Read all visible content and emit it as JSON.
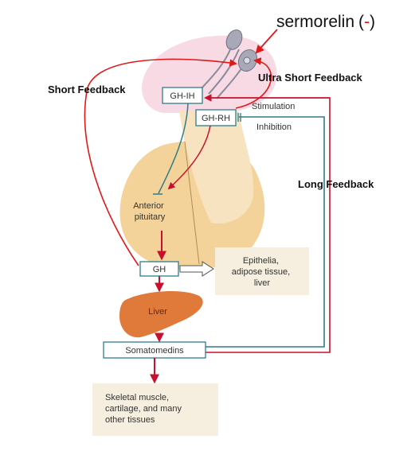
{
  "title": {
    "drug": "sermorelin",
    "open": "(",
    "sign": "-",
    "close": ")"
  },
  "feedback_labels": {
    "short": "Short Feedback",
    "ultra_short": "Ultra Short Feedback",
    "long": "Long Feedback"
  },
  "legend": {
    "stimulation": "Stimulation",
    "inhibition": "Inhibition"
  },
  "hormones": {
    "gh_ih": "GH-IH",
    "gh_rh": "GH-RH",
    "gh": "GH",
    "somatomedins": "Somatomedins"
  },
  "organs": {
    "anterior_pituitary": [
      "Anterior",
      "pituitary"
    ],
    "liver": "Liver"
  },
  "targets": {
    "epithelia": [
      "Epithelia,",
      "adipose tissue,",
      "liver"
    ],
    "skeletal": [
      "Skeletal muscle,",
      "cartilage, and many",
      "other tissues"
    ]
  },
  "colors": {
    "stimulation": "#c8102e",
    "inhibition": "#2e7d88",
    "feedback": "#e11818",
    "pituitary": "#f3d39a",
    "hypothalamus": "#f6cedb",
    "liver": "#e07a3a",
    "target_box": "#f6efdf",
    "neuron": "#9a9aac"
  }
}
